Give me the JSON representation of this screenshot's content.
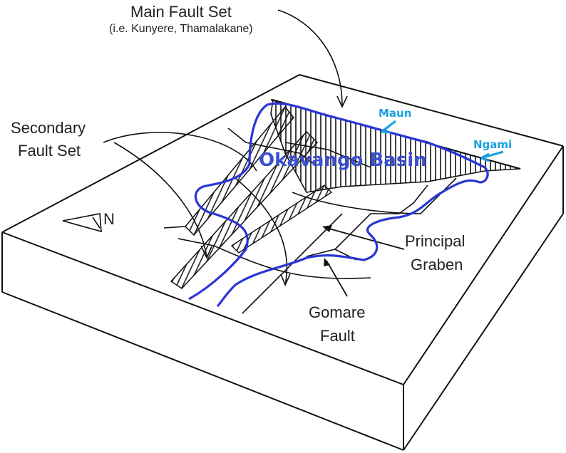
{
  "diagram": {
    "type": "block diagram (geological)",
    "labels": {
      "main_fault_set": "Main Fault Set",
      "main_fault_set_examples": "(i.e. Kunyere, Thamalakane)",
      "secondary_fault_set_line1": "Secondary",
      "secondary_fault_set_line2": "Fault Set",
      "principal_graben_line1": "Principal",
      "principal_graben_line2": "Graben",
      "gomare_fault_line1": "Gomare",
      "gomare_fault_line2": "Fault",
      "north_arrow": "N",
      "basin": "Okavango Basin",
      "maun": "Maun",
      "ngami": "Ngami"
    },
    "colors": {
      "line": "#111111",
      "river": "#2a35d6",
      "basin_label": "#3a4fd0",
      "place_label": "#1aa0e0"
    }
  }
}
